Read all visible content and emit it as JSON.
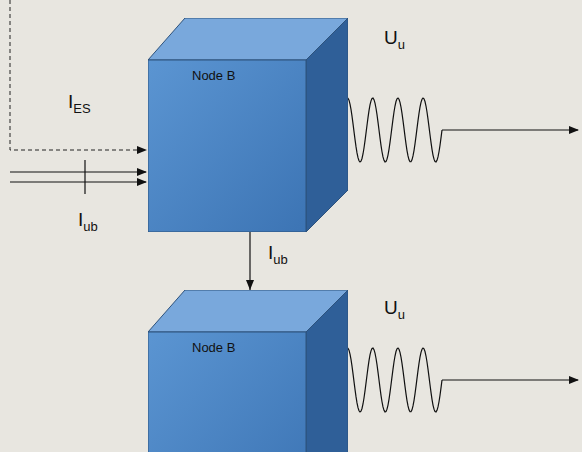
{
  "diagram": {
    "nodes": [
      {
        "text": [
          "Node B"
        ]
      },
      {
        "text": [
          "Node B"
        ]
      }
    ],
    "edges": [
      {
        "from": 0,
        "to": 1,
        "label": "Iub",
        "arrow": "to"
      }
    ],
    "labels": [
      "IES",
      "Iub",
      "Uu",
      "Uu"
    ]
  }
}
